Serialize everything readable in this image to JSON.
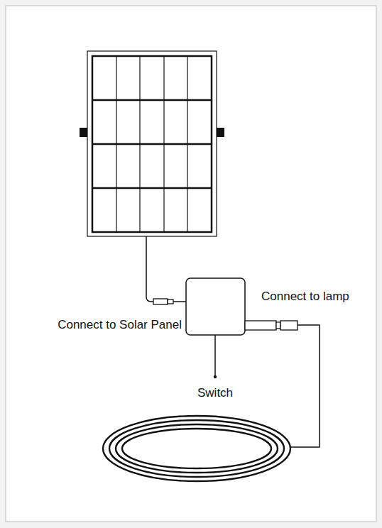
{
  "diagram": {
    "labels": [
      "Connect to lamp",
      "Connect to Solar Panel",
      "Switch"
    ]
  }
}
